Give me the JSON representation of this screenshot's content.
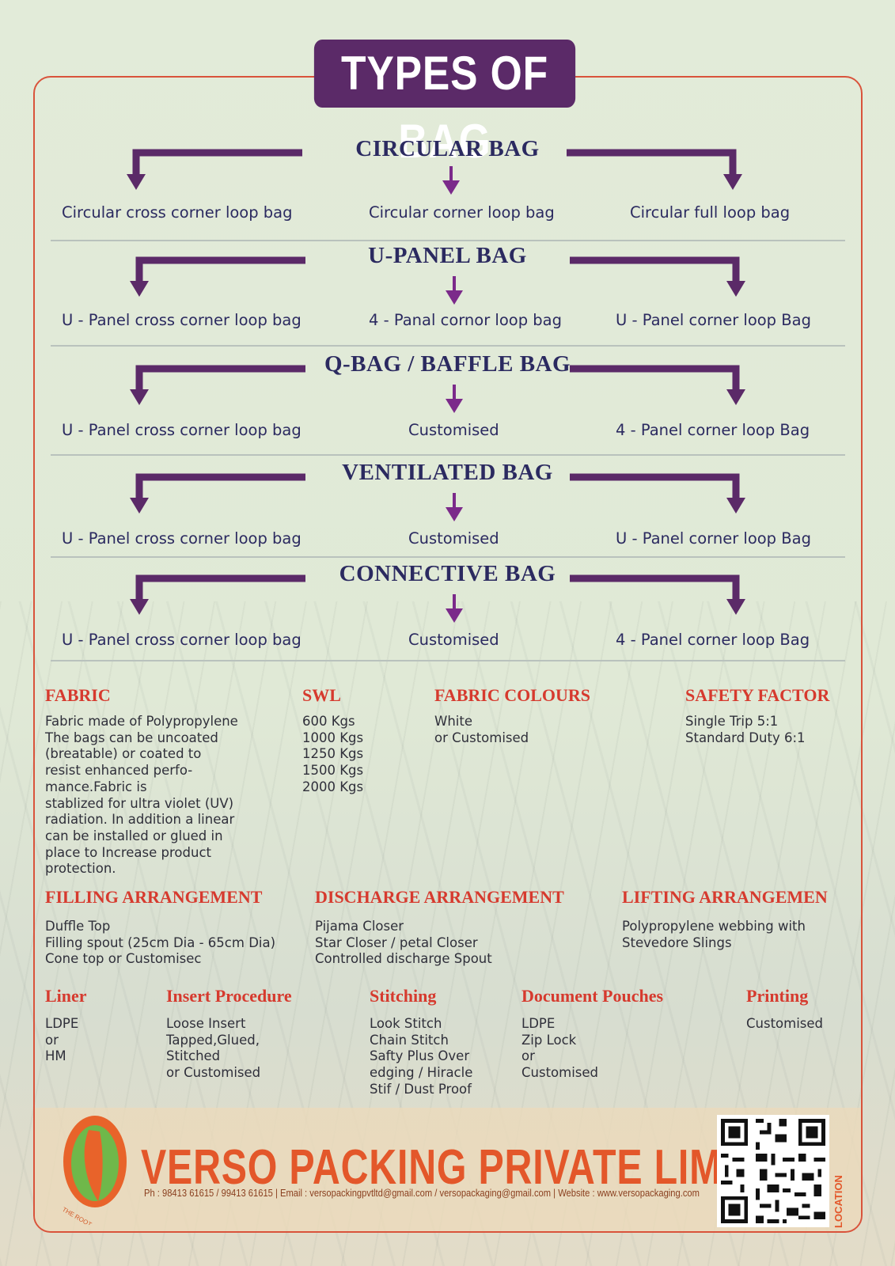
{
  "title": "TYPES OF BAG",
  "bag_types": [
    {
      "name": "CIRCULAR BAG",
      "options": [
        "Circular cross corner loop bag",
        "Circular corner loop bag",
        "Circular full loop bag"
      ]
    },
    {
      "name": "U-PANEL BAG",
      "options": [
        "U - Panel cross corner loop bag",
        "4 - Panal cornor loop bag",
        "U - Panel corner loop Bag"
      ]
    },
    {
      "name": "Q-BAG / BAFFLE BAG",
      "options": [
        "U - Panel cross corner loop bag",
        "Customised",
        "4 - Panel corner loop Bag"
      ]
    },
    {
      "name": "VENTILATED BAG",
      "options": [
        "U - Panel cross corner loop bag",
        "Customised",
        "U - Panel corner loop Bag"
      ]
    },
    {
      "name": "CONNECTIVE BAG",
      "options": [
        "U - Panel cross corner loop bag",
        "Customised",
        "4 - Panel corner loop Bag"
      ]
    }
  ],
  "specs": {
    "fabric": {
      "heading": "FABRIC",
      "lines": [
        "Fabric made of Polypropylene",
        "The bags can be uncoated",
        "(breatable) or coated to",
        "resist enhanced perfo-",
        "mance.Fabric is",
        "stablized for ultra violet (UV)",
        "radiation. In addition a linear",
        "can be installed or glued in",
        "place to Increase product",
        "protection."
      ]
    },
    "swl": {
      "heading": "SWL",
      "lines": [
        "600 Kgs",
        "1000 Kgs",
        "1250 Kgs",
        "1500 Kgs",
        "2000 Kgs"
      ]
    },
    "fabric_colours": {
      "heading": "FABRIC COLOURS",
      "lines": [
        "White",
        "or Customised"
      ]
    },
    "safety_factor": {
      "heading": "SAFETY FACTOR",
      "lines": [
        "Single Trip 5:1",
        "Standard Duty 6:1"
      ]
    },
    "filling": {
      "heading": "FILLING ARRANGEMENT",
      "lines": [
        "Duffle Top",
        "Filling spout (25cm Dia - 65cm Dia)",
        "Cone top or Customisec"
      ]
    },
    "discharge": {
      "heading": "DISCHARGE ARRANGEMENT",
      "lines": [
        "Pijama Closer",
        "Star Closer / petal Closer",
        "Controlled discharge Spout"
      ]
    },
    "lifting": {
      "heading": "LIFTING ARRANGEMEN",
      "lines": [
        "Polypropylene webbing with",
        "Stevedore Slings"
      ]
    },
    "liner": {
      "heading": "Liner",
      "lines": [
        "LDPE",
        "or",
        "HM"
      ]
    },
    "insert": {
      "heading": "Insert Procedure",
      "lines": [
        "Loose Insert",
        "Tapped,Glued,",
        "Stitched",
        "or Customised"
      ]
    },
    "stitching": {
      "heading": "Stitching",
      "lines": [
        "Look Stitch",
        "Chain Stitch",
        "Safty Plus Over",
        "edging / Hiracle",
        "Stif / Dust Proof"
      ]
    },
    "pouches": {
      "heading": "Document Pouches",
      "lines": [
        "LDPE",
        "Zip Lock",
        "or",
        "Customised"
      ]
    },
    "printing": {
      "heading": "Printing",
      "lines": [
        "Customised"
      ]
    }
  },
  "footer": {
    "company": "VERSO PACKING PRIVATE LIMITED",
    "contact": "Ph : 98413 61615 / 99413 61615 | Email : versopackingpvtltd@gmail.com / versopackaging@gmail.com | Website : www.versopackaging.com",
    "location_label": "LOCATION",
    "logo_tagline": "THE ROOT OF PACKAGING"
  },
  "colors": {
    "purple": "#5b2a68",
    "navy": "#2b2a60",
    "red": "#d63a2e",
    "orange": "#e3572a"
  }
}
